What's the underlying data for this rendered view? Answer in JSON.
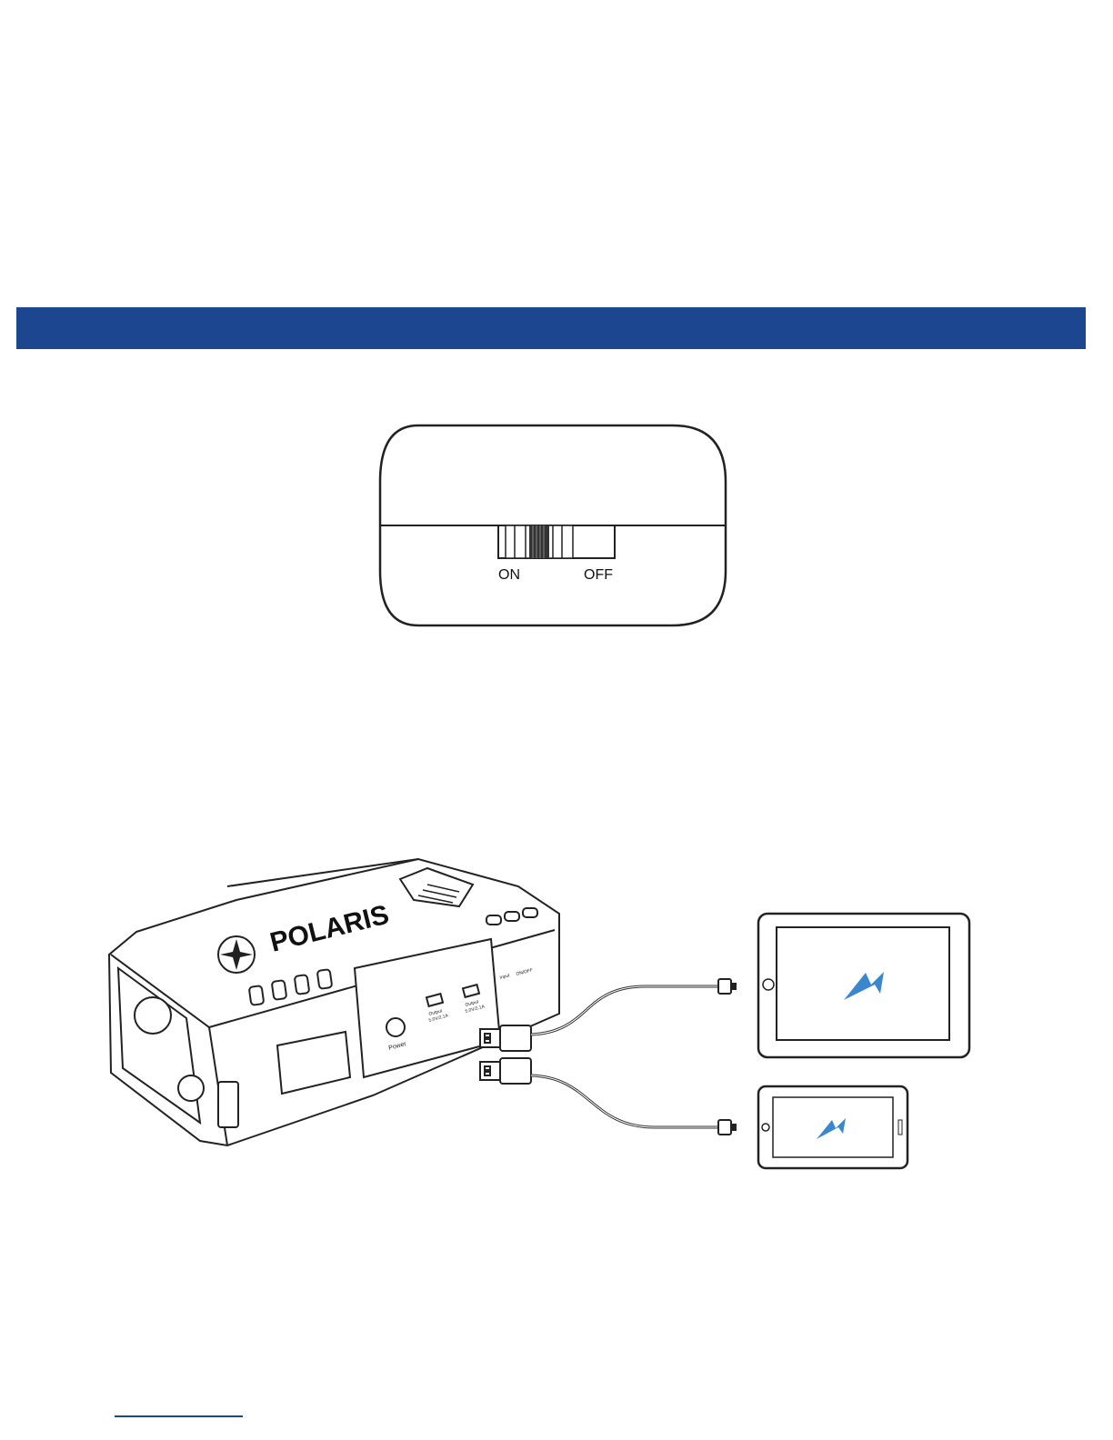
{
  "header_band": {
    "color": "#1c4690"
  },
  "switch_figure": {
    "on_label": "ON",
    "off_label": "OFF"
  },
  "device_figure": {
    "brand": "POLARIS",
    "power_label": "Power",
    "usb_output_1_label": "Output",
    "usb_output_1_rating": "5.0V/2.1A",
    "usb_output_2_label": "Output",
    "usb_output_2_rating": "5.0V/2.1A",
    "input_label": "Input",
    "onoff_label": "ON/OFF",
    "accent_color": "#3a86cf",
    "tablet_icon": "lightning-icon",
    "phone_icon": "lightning-icon"
  }
}
